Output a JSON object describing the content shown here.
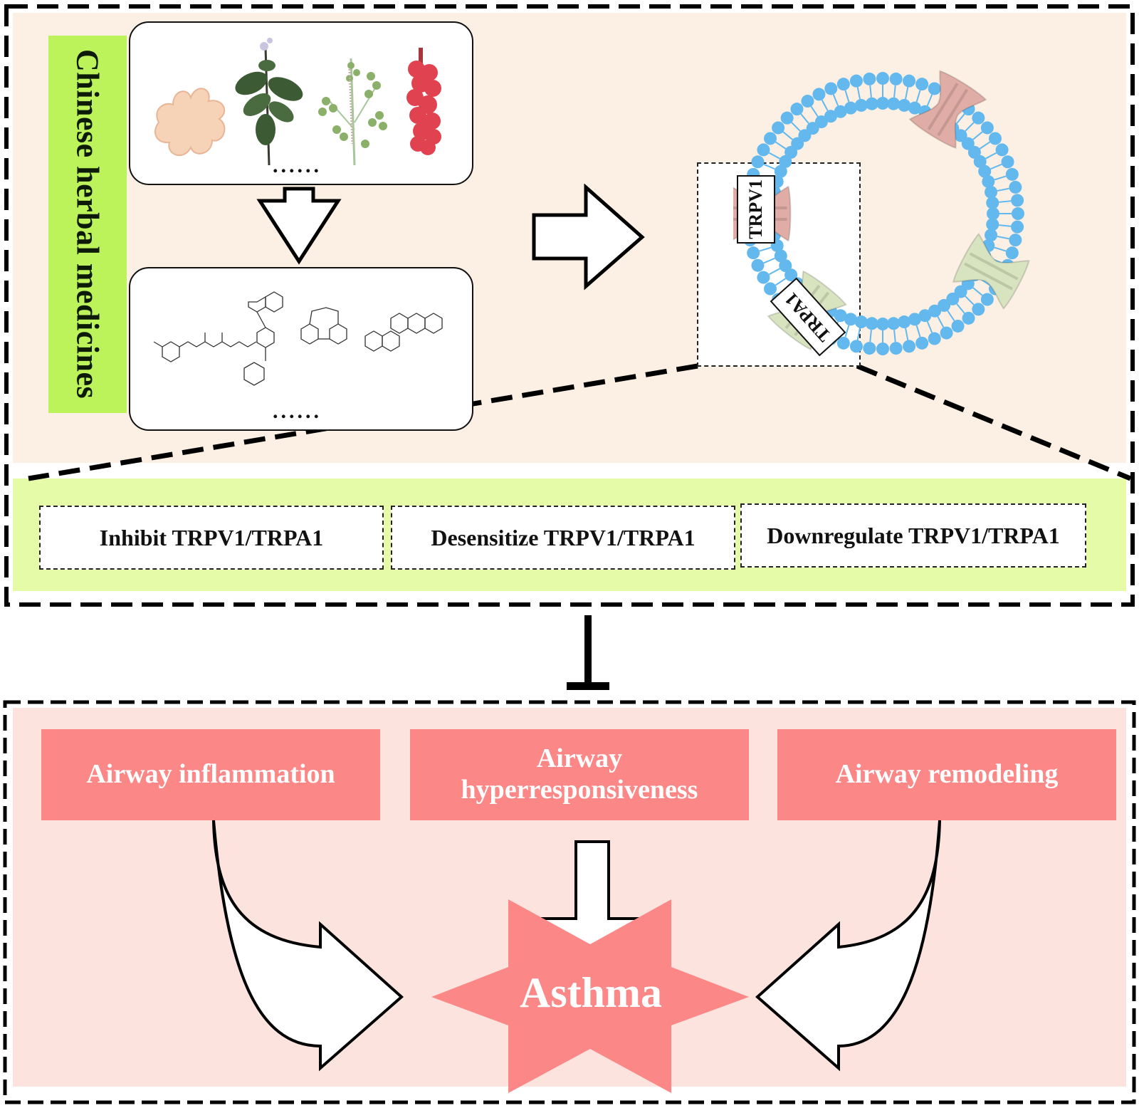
{
  "title_label": "Chinese herbal medicines",
  "herb_card": {
    "images": [
      {
        "name": "ginger-rhizome",
        "color": "#f6d2b6"
      },
      {
        "name": "mint-plant",
        "color": "#3c5a34"
      },
      {
        "name": "fern-leaf-herb",
        "color": "#8bb06a"
      },
      {
        "name": "schisandra-berries",
        "color": "#e0424f"
      }
    ],
    "ellipsis": "......"
  },
  "compound_card": {
    "structures": [
      "gingerol-like compound",
      "flavanone glycoside",
      "schisandrin-like lignan",
      "steroidal alkaloid"
    ],
    "ellipsis": "......"
  },
  "membrane": {
    "channel_labels": {
      "trpv1": "TRPV1",
      "trpa1": "TRPA1"
    },
    "colors": {
      "lipid": "#63b8ee",
      "trpv1": "#e0ada6",
      "trpa1": "#d8e3c0"
    }
  },
  "effects": [
    {
      "label": "Inhibit TRPV1/TRPA1"
    },
    {
      "label": "Desensitize TRPV1/TRPA1"
    },
    {
      "label": "Downregulate TRPV1/TRPA1"
    }
  ],
  "outcomes": [
    {
      "label": "Airway inflammation"
    },
    {
      "label": "Airway hyperresponsiveness"
    },
    {
      "label": "Airway remodeling"
    }
  ],
  "result": {
    "label": "Asthma"
  },
  "colors": {
    "top_bg": "#fcefe4",
    "green_band": "#e6fba8",
    "label_green": "#bdf35a",
    "bottom_bg": "#fde3de",
    "outcome_box": "#fc8787"
  }
}
